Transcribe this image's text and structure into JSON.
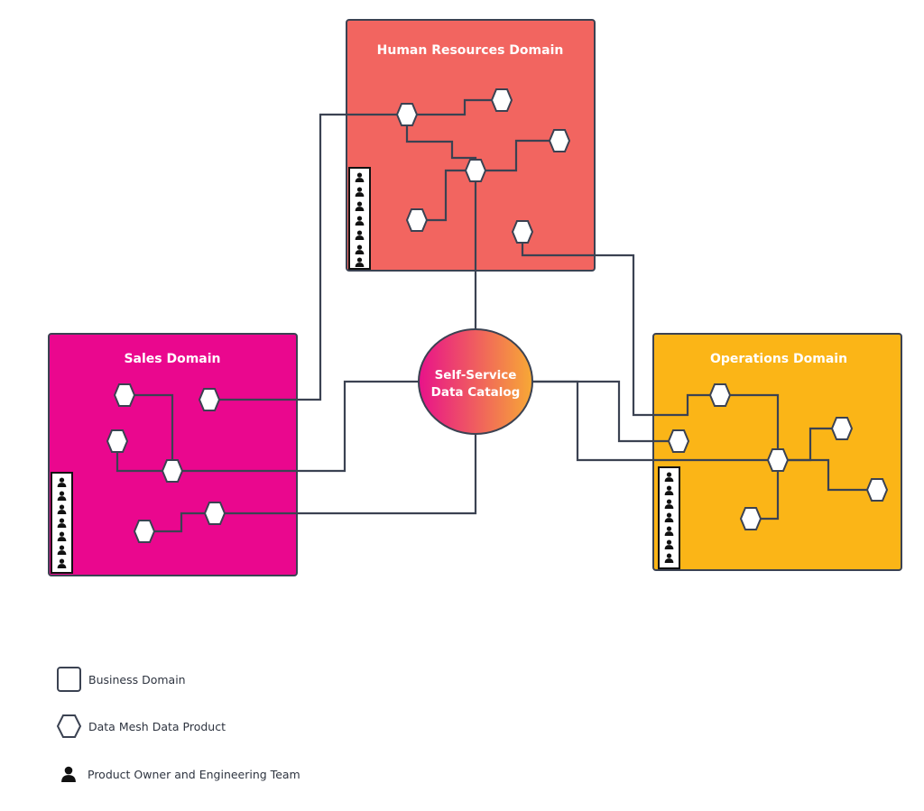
{
  "domains": {
    "hr": {
      "title": "Human Resources Domain",
      "color": "#f26560"
    },
    "sales": {
      "title": "Sales Domain",
      "color": "#ea078e"
    },
    "operations": {
      "title": "Operations Domain",
      "color": "#fbb517"
    }
  },
  "catalog": {
    "line1": "Self-Service",
    "line2": "Data Catalog",
    "gradient": [
      "#e8128a",
      "#f7a935"
    ]
  },
  "legend": {
    "domain": "Business Domain",
    "product": "Data Mesh Data Product",
    "team": "Product Owner and Engineering Team"
  },
  "colors": {
    "stroke": "#3b4252",
    "background": "#ffffff"
  }
}
